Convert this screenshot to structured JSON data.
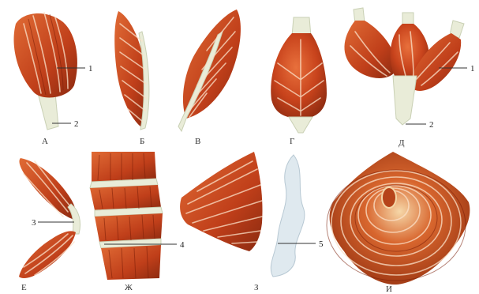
{
  "panels": [
    {
      "id": "A",
      "letter": "А"
    },
    {
      "id": "B",
      "letter": "Б"
    },
    {
      "id": "V",
      "letter": "В"
    },
    {
      "id": "G",
      "letter": "Г"
    },
    {
      "id": "D",
      "letter": "Д"
    },
    {
      "id": "E",
      "letter": "Е"
    },
    {
      "id": "ZH",
      "letter": "Ж"
    },
    {
      "id": "Z",
      "letter": "З"
    },
    {
      "id": "I",
      "letter": "И"
    }
  ],
  "callouts": [
    "1",
    "2",
    "1",
    "2",
    "3",
    "4",
    "5"
  ],
  "colors": {
    "muscle": "#c8431c",
    "muscle_dark": "#8a2a10",
    "tendon": "#e9ecd8",
    "aponeurosis": "#dfe9ef"
  }
}
